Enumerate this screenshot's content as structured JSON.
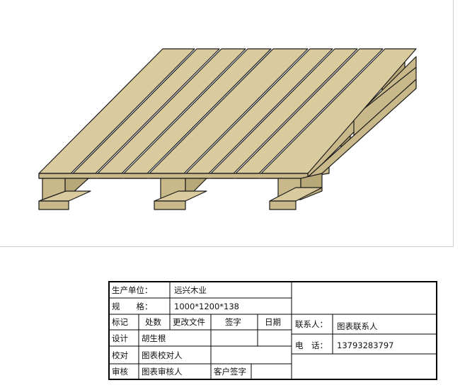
{
  "title_block": {
    "producer_label": "生产单位：",
    "producer_value": "远兴木业",
    "spec_label": "规　　格：",
    "spec_value": "1000*1200*138",
    "col_mark": "标记",
    "col_count": "处数",
    "col_change_file": "更改文件",
    "col_signature": "签字",
    "col_date": "日期",
    "design_label": "设计",
    "design_value": "胡生根",
    "check_label": "校对",
    "check_value": "图表校对人",
    "review_label": "审核",
    "review_value": "图表审核人",
    "customer_sign_label": "客户签字",
    "contact_label": "联系人：",
    "contact_value": "图表联系人",
    "phone_label": "电　话：",
    "phone_value": "13793283797"
  },
  "colors": {
    "wood_top": "#dacb9e",
    "wood_side": "#c9b98a",
    "wood_dark": "#b8a878",
    "outline": "#1a1a1a"
  }
}
